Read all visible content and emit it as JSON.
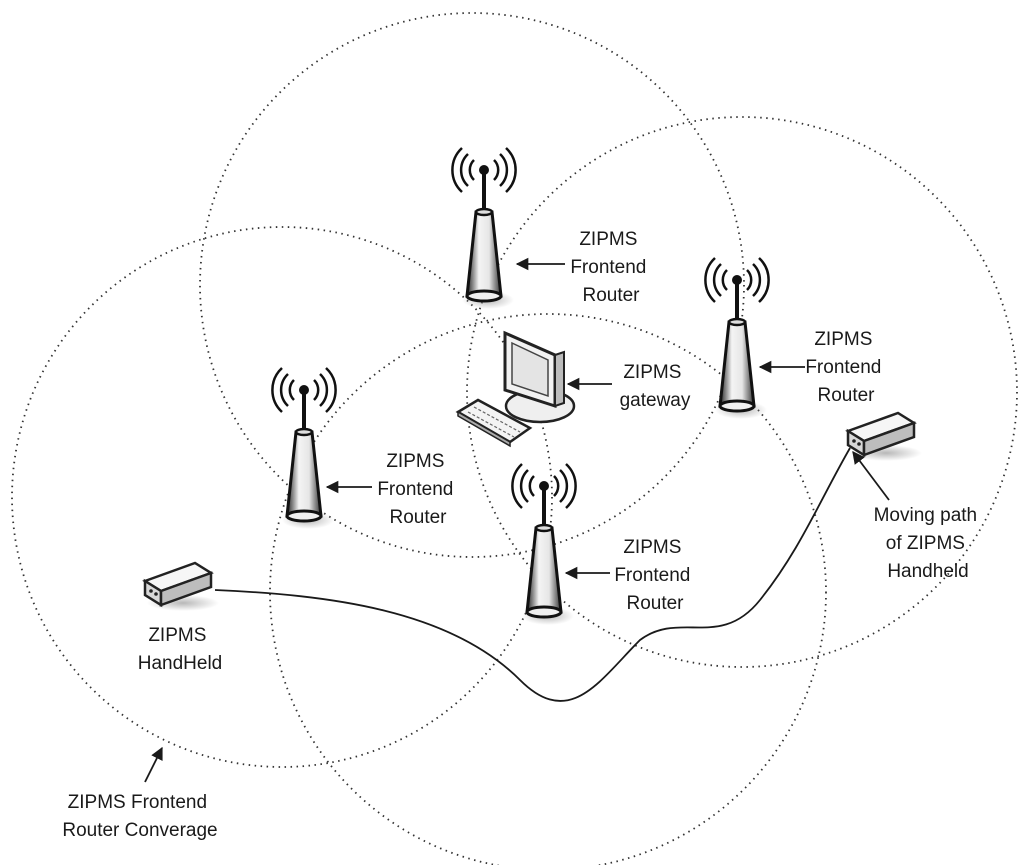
{
  "labels": {
    "router_top": [
      "ZIPMS",
      "Frontend",
      "Router"
    ],
    "router_right": [
      "ZIPMS",
      "Frontend",
      "Router"
    ],
    "router_left": [
      "ZIPMS",
      "Frontend",
      "Router"
    ],
    "router_bottom": [
      "ZIPMS",
      "Frontend",
      "Router"
    ],
    "gateway": [
      "ZIPMS",
      "gateway"
    ],
    "handheld": [
      "ZIPMS",
      "HandHeld"
    ],
    "moving_path": [
      "Moving path",
      "of ZIPMS",
      "Handheld"
    ],
    "coverage": [
      "ZIPMS Frontend",
      "Router Converage"
    ]
  },
  "icons": [
    "router-antenna-icon",
    "computer-monitor-icon",
    "keyboard-icon",
    "handheld-device-icon"
  ],
  "colors": {
    "line": "#1a1a1a",
    "coverage": "#333333",
    "device": "#ffffff"
  }
}
